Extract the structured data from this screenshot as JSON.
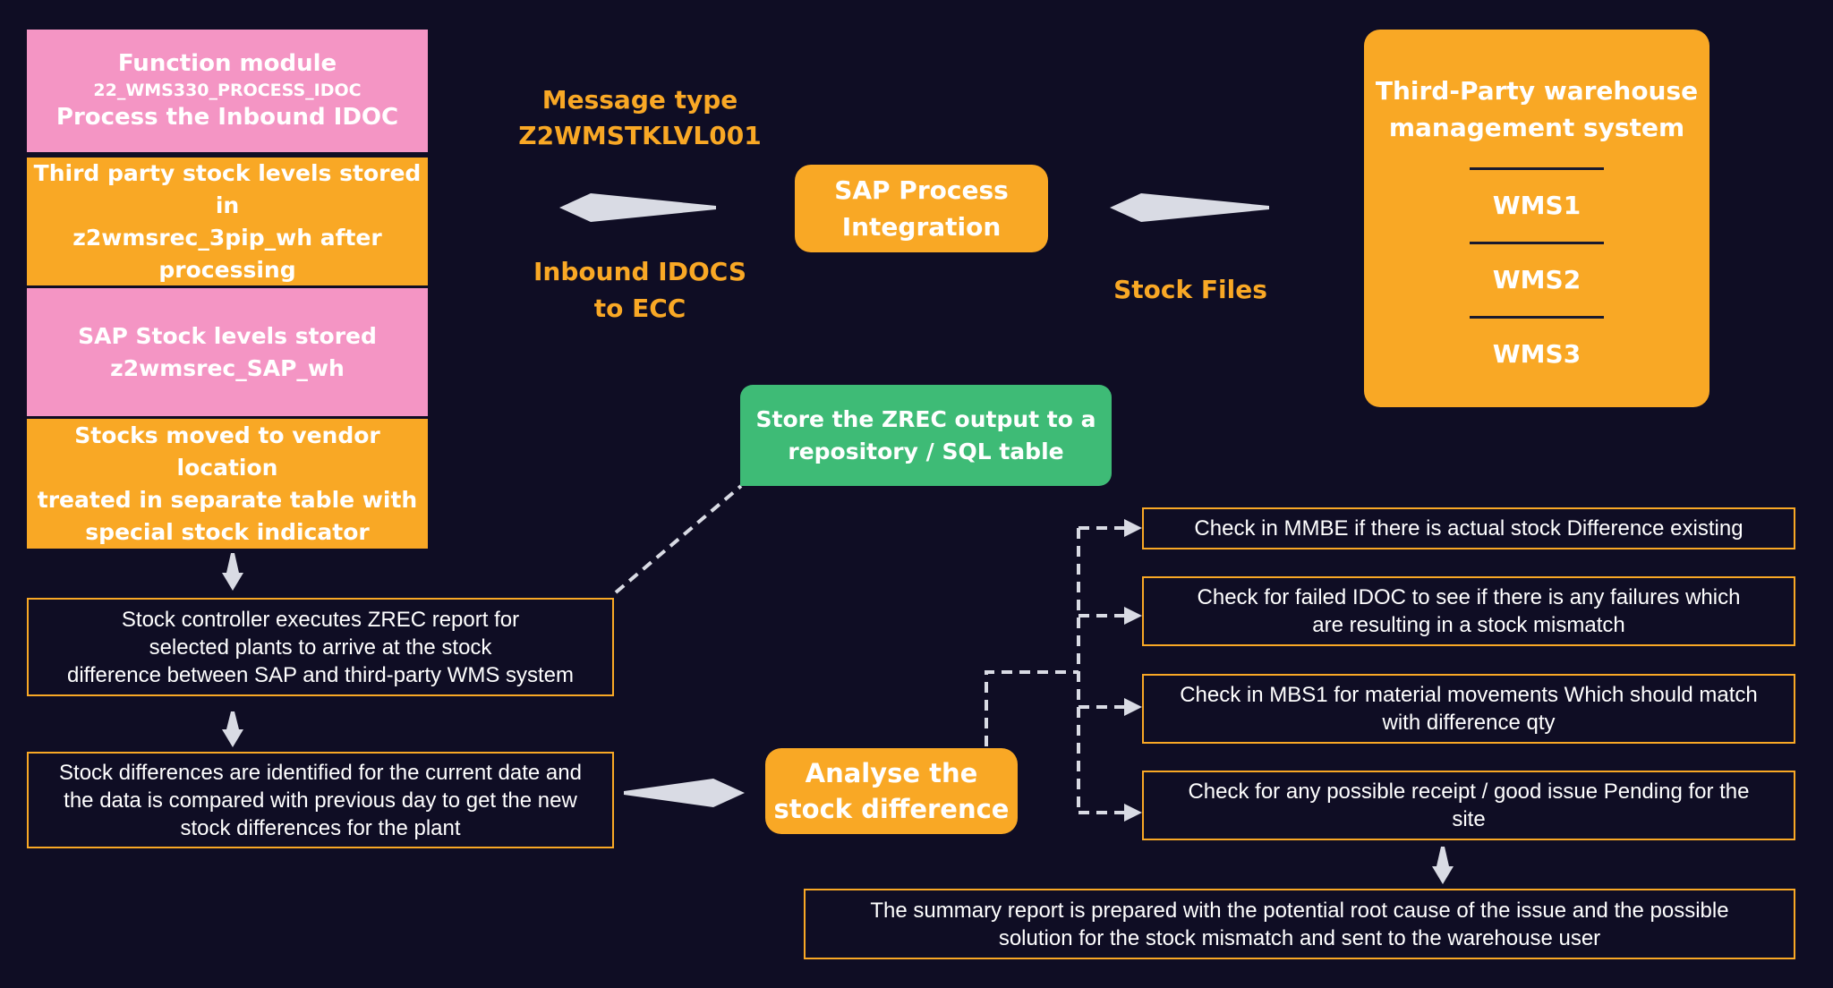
{
  "left_stack": {
    "function_module": {
      "title": "Function module",
      "code": "22_WMS330_PROCESS_IDOC",
      "subtitle": "Process the Inbound IDOC"
    },
    "third_party_levels": [
      "Third party stock levels stored in",
      "z2wmsrec_3pip_wh after",
      "processing"
    ],
    "sap_levels": [
      "SAP Stock levels stored",
      "z2wmsrec_SAP_wh"
    ],
    "vendor_location": [
      "Stocks moved to vendor location",
      "treated in separate table with",
      "special stock indicator"
    ]
  },
  "message_type": {
    "line1": "Message type",
    "line2": "Z2WMSTKLVL001"
  },
  "inbound_idocs": {
    "line1": "Inbound IDOCS",
    "line2": "to ECC"
  },
  "sap_pi": {
    "line1": "SAP Process",
    "line2": "Integration"
  },
  "stock_files": "Stock Files",
  "wms": {
    "title_line1": "Third-Party warehouse",
    "title_line2": "management system",
    "systems": [
      "WMS1",
      "WMS2",
      "WMS3"
    ]
  },
  "store_zrec": {
    "line1": "Store the ZREC output to a",
    "line2": "repository / SQL table"
  },
  "zrec_report": [
    "Stock controller executes ZREC report for",
    "selected plants to arrive at the stock",
    "difference between SAP and third-party WMS system"
  ],
  "differences": [
    "Stock differences are identified for the current date and",
    "the data is compared with previous day to get the new",
    "stock differences for the plant"
  ],
  "analyse": {
    "line1": "Analyse the",
    "line2": "stock difference"
  },
  "checks": [
    [
      "Check in MMBE if there is actual stock Difference existing"
    ],
    [
      "Check for failed IDOC to see if there  is any failures which",
      "are resulting in a stock mismatch"
    ],
    [
      "Check in MBS1 for material movements Which should match",
      "with difference qty"
    ],
    [
      "Check for any possible receipt / good issue Pending for the",
      "site"
    ]
  ],
  "summary": [
    "The summary report is prepared with the potential root cause of the issue and the possible",
    "solution for the stock mismatch and sent to the warehouse user"
  ],
  "colors": {
    "background": "#0f0d24",
    "orange": "#f9a825",
    "pink": "#f495c4",
    "green": "#3ebb76",
    "arrow": "#d9dbe4"
  }
}
